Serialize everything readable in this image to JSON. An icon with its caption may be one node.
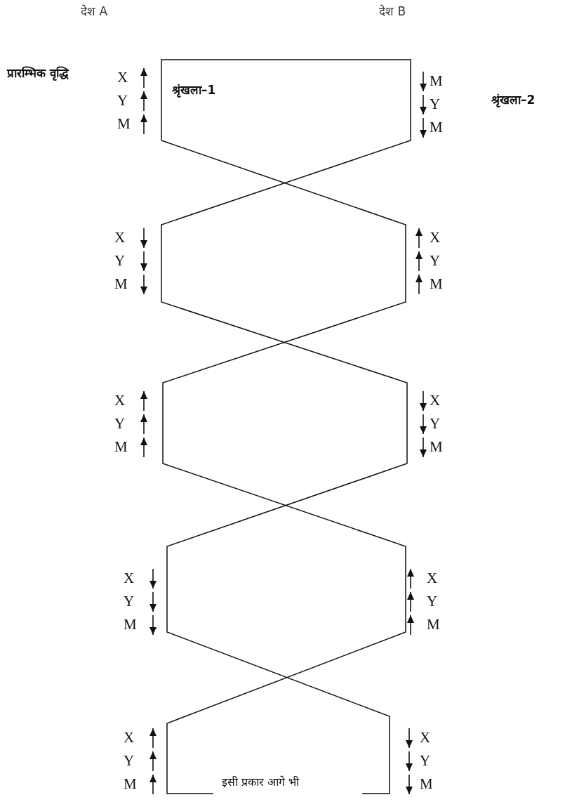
{
  "diagram": {
    "labels": [
      "देश A",
      "देश B",
      "प्रारम्भिक वृद्धि",
      "X",
      "Y",
      "M",
      "श्रृंखला–1",
      "M",
      "Y",
      "M",
      "श्रृंखला–2",
      "X",
      "Y",
      "M",
      "X",
      "Y",
      "M",
      "X",
      "Y",
      "M",
      "X",
      "Y",
      "M",
      "X",
      "Y",
      "M",
      "X",
      "Y",
      "M",
      "X",
      "Y",
      "M",
      "इसी प्रकार आगे भी",
      "X",
      "Y",
      "M"
    ]
  }
}
